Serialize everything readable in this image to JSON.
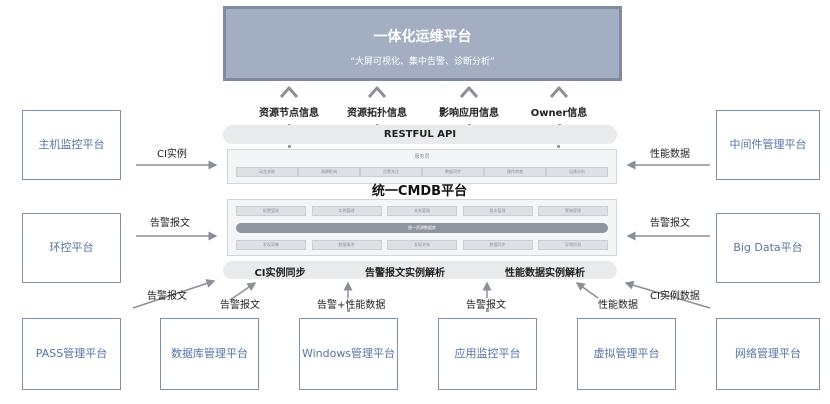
{
  "top": {
    "title": "一体化运维平台",
    "subtitle": "“大屏可视化、集中告警、诊断分析”"
  },
  "info_labels": [
    "资源节点信息",
    "资源拓扑信息",
    "影响应用信息",
    "Owner信息"
  ],
  "api_label": "RESTFUL API",
  "center": {
    "title": "统一CMDB平台",
    "top_panel": {
      "title": "服务层",
      "chips": [
        "动态关联",
        "故障影响",
        "告警关注",
        "数据同步",
        "操作审查",
        "运维分析"
      ]
    },
    "bottom_panel": {
      "row1": [
        "配置管理",
        "实例管理",
        "关系管理",
        "版本管理",
        "策略管理"
      ],
      "bar": "统一资源数据库",
      "row2": [
        "发现采集",
        "数据清洗",
        "发现关系",
        "数据同步",
        "异常检测"
      ]
    }
  },
  "bottom_bar": [
    "CI实例同步",
    "告警报文实例解析",
    "性能数据实例解析"
  ],
  "left_platforms": [
    "主机监控平台",
    "环控平台"
  ],
  "right_platforms": [
    "中间件管理平台",
    "Big Data平台"
  ],
  "bottom_platforms": [
    "PASS管理平台",
    "数据库管理平台",
    "Windows管理平台",
    "应用监控平台",
    "虚拟管理平台",
    "网络管理平台"
  ],
  "left_arrow_labels": [
    "CI实例",
    "告警报文"
  ],
  "right_arrow_labels": [
    "性能数据",
    "告警报文"
  ],
  "bottom_arrow_labels": [
    "告警报文",
    "告警报文",
    "告警+性能数据",
    "告警报文",
    "性能数据",
    "CI实例数据"
  ]
}
